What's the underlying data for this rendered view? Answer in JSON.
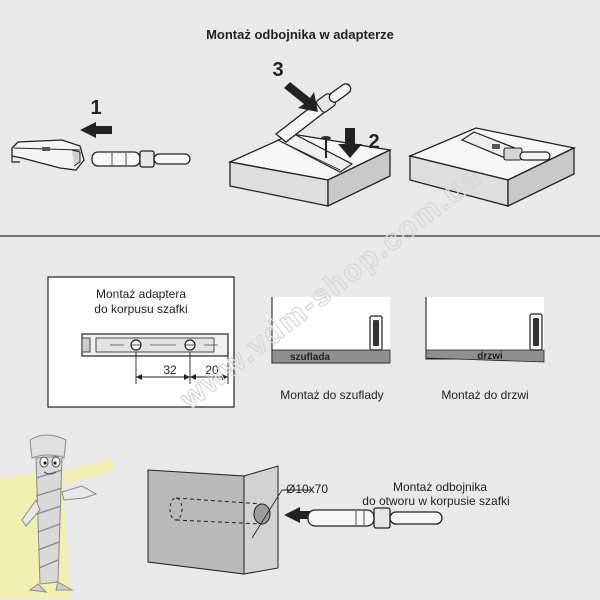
{
  "title": "Montaż odbojnika w adapterze",
  "steps": {
    "one": "1",
    "two": "2",
    "three": "3"
  },
  "adapter_box": {
    "label_line1": "Montaż adaptera",
    "label_line2": "do korpusu szafki",
    "dim_a": "32",
    "dim_b": "20"
  },
  "drawer": {
    "tag": "szuflada",
    "caption": "Montaż do szuflady"
  },
  "door": {
    "tag": "drzwi",
    "caption": "Montaż do drzwi"
  },
  "hole": {
    "size": "Ø10x70",
    "caption_line1": "Montaż odbojnika",
    "caption_line2": "do otworu w korpusie szafki"
  },
  "watermark": "www.vdm-shop.com.ua",
  "colors": {
    "panel_bg": "#e9e9e9",
    "white_bg": "#ffffff",
    "line": "#222222",
    "mascot_yellow": "#f3f0a8",
    "mascot_body": "#d9d9d9",
    "wall_grey": "#b9b9b9",
    "strip_grey": "#8f8f8f"
  }
}
